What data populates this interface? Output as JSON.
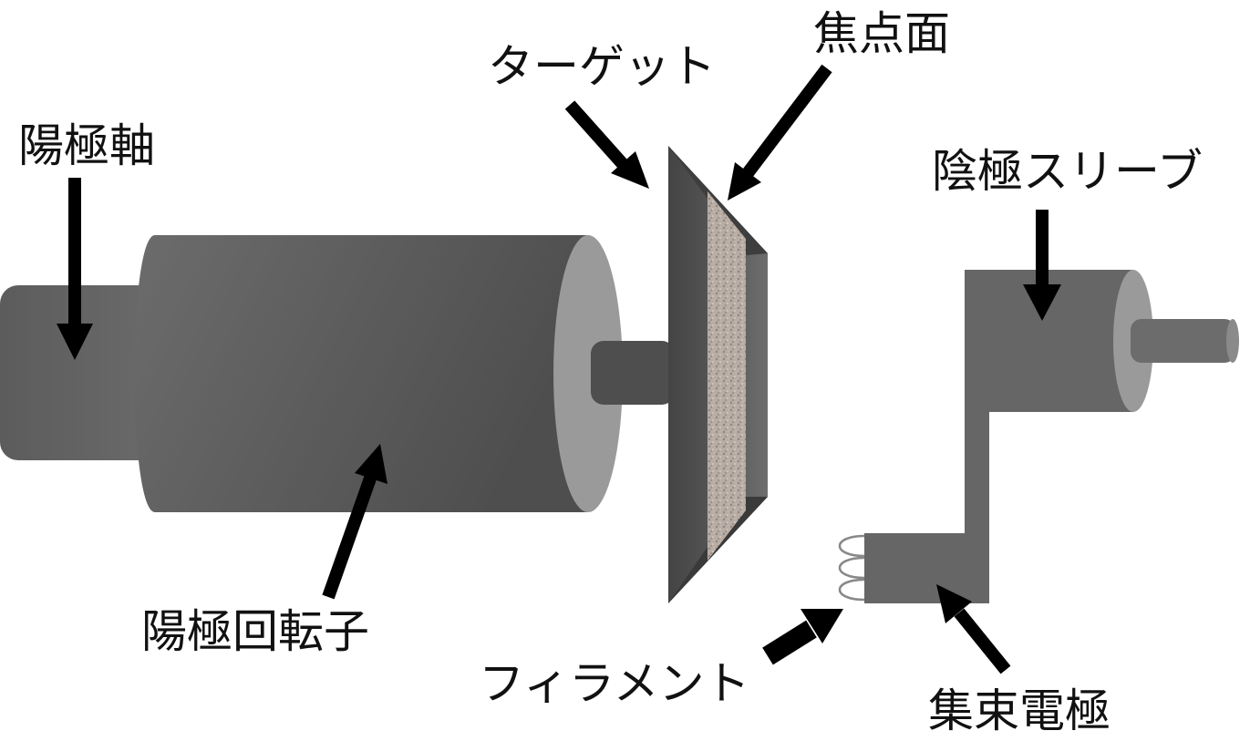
{
  "labels": {
    "target": "ターゲット",
    "focal_plane": "焦点面",
    "anode_shaft": "陽極軸",
    "cathode_sleeve": "陰極スリーブ",
    "anode_rotor": "陽極回転子",
    "filament": "フィラメント",
    "focusing_electrode": "集束電極"
  },
  "colors": {
    "body_dark": "#505050",
    "body_mid": "#666666",
    "face_light": "#9a9a9a",
    "focal_track": "#b5aba3",
    "arrow": "#000000",
    "filament_coil": "#888888"
  }
}
